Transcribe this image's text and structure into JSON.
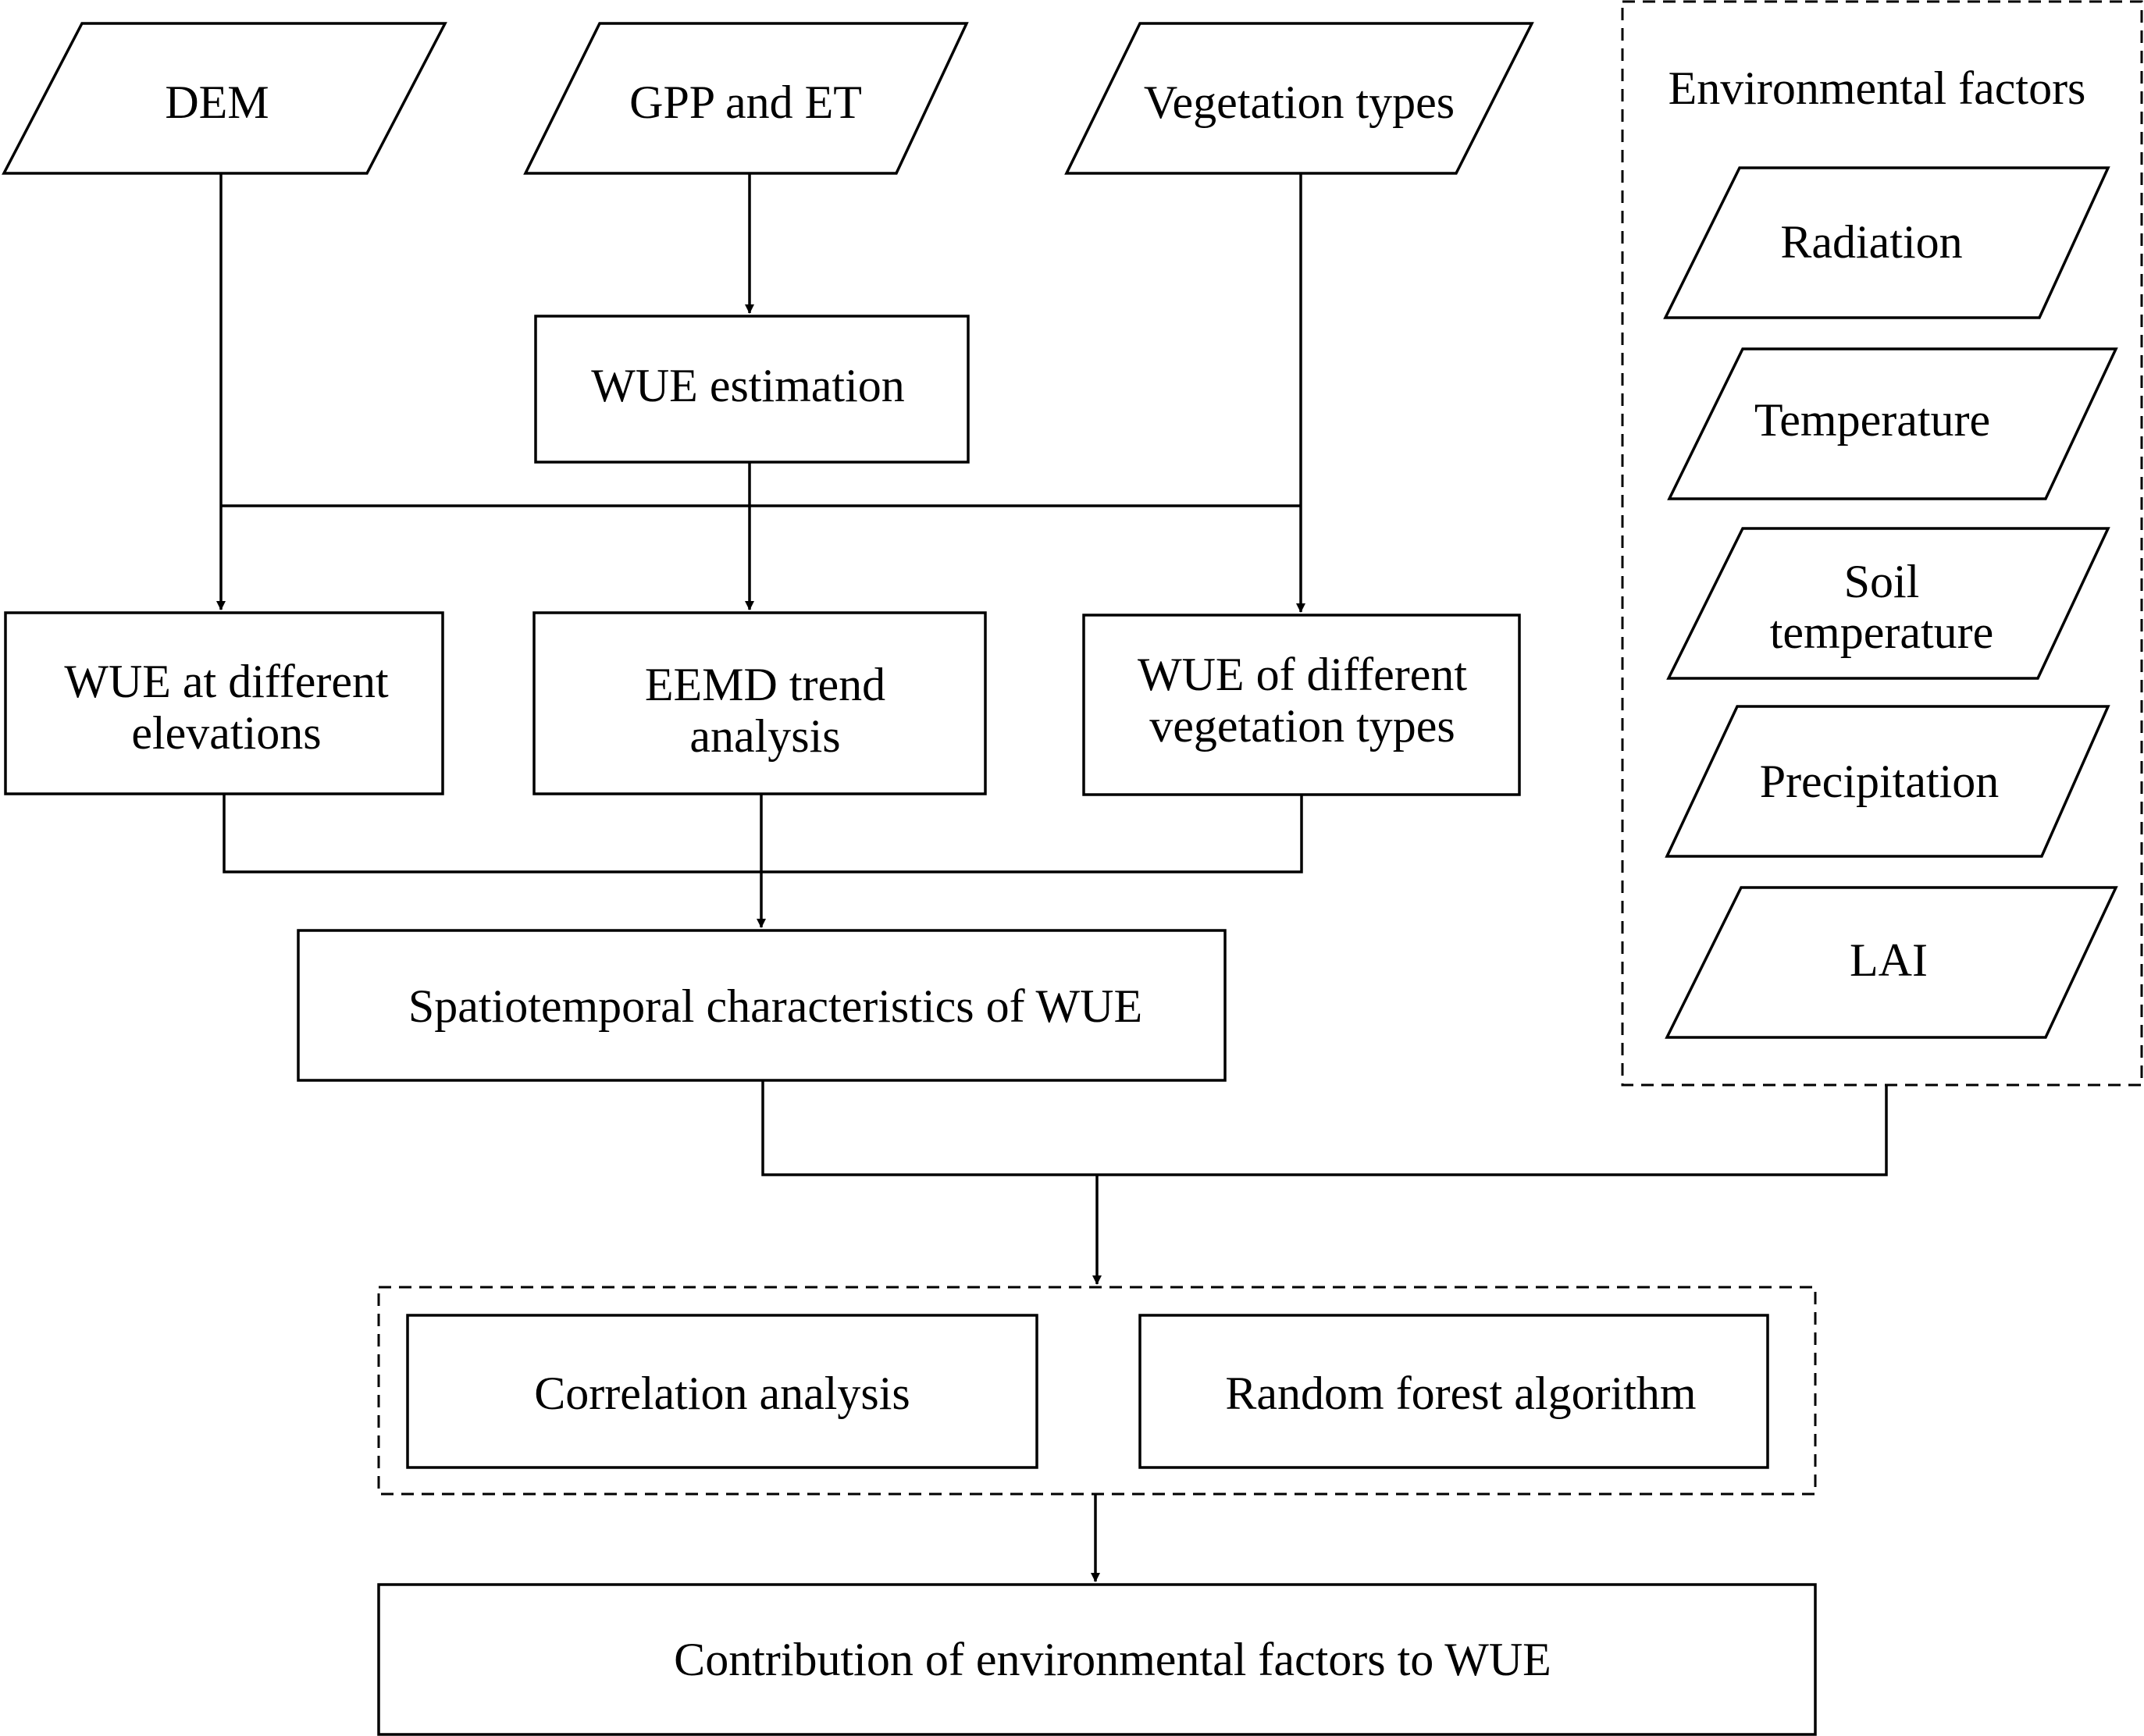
{
  "inputs": {
    "dem": "DEM",
    "gpp_et": "GPP and ET",
    "vegetation_types": "Vegetation types"
  },
  "process": {
    "wue_estimation": "WUE estimation",
    "wue_elevations": [
      "WUE at different",
      "elevations"
    ],
    "eemd_trend": [
      "EEMD trend",
      "analysis"
    ],
    "wue_vegetation": [
      "WUE of different",
      "vegetation types"
    ],
    "spatiotemporal": "Spatiotemporal characteristics of WUE",
    "correlation": "Correlation analysis",
    "random_forest": "Random forest algorithm",
    "contribution": "Contribution of environmental factors to WUE"
  },
  "environmental_factors": {
    "title": "Environmental factors",
    "radiation": "Radiation",
    "temperature": "Temperature",
    "soil_temperature": [
      "Soil",
      "temperature"
    ],
    "precipitation": "Precipitation",
    "lai": "LAI"
  }
}
